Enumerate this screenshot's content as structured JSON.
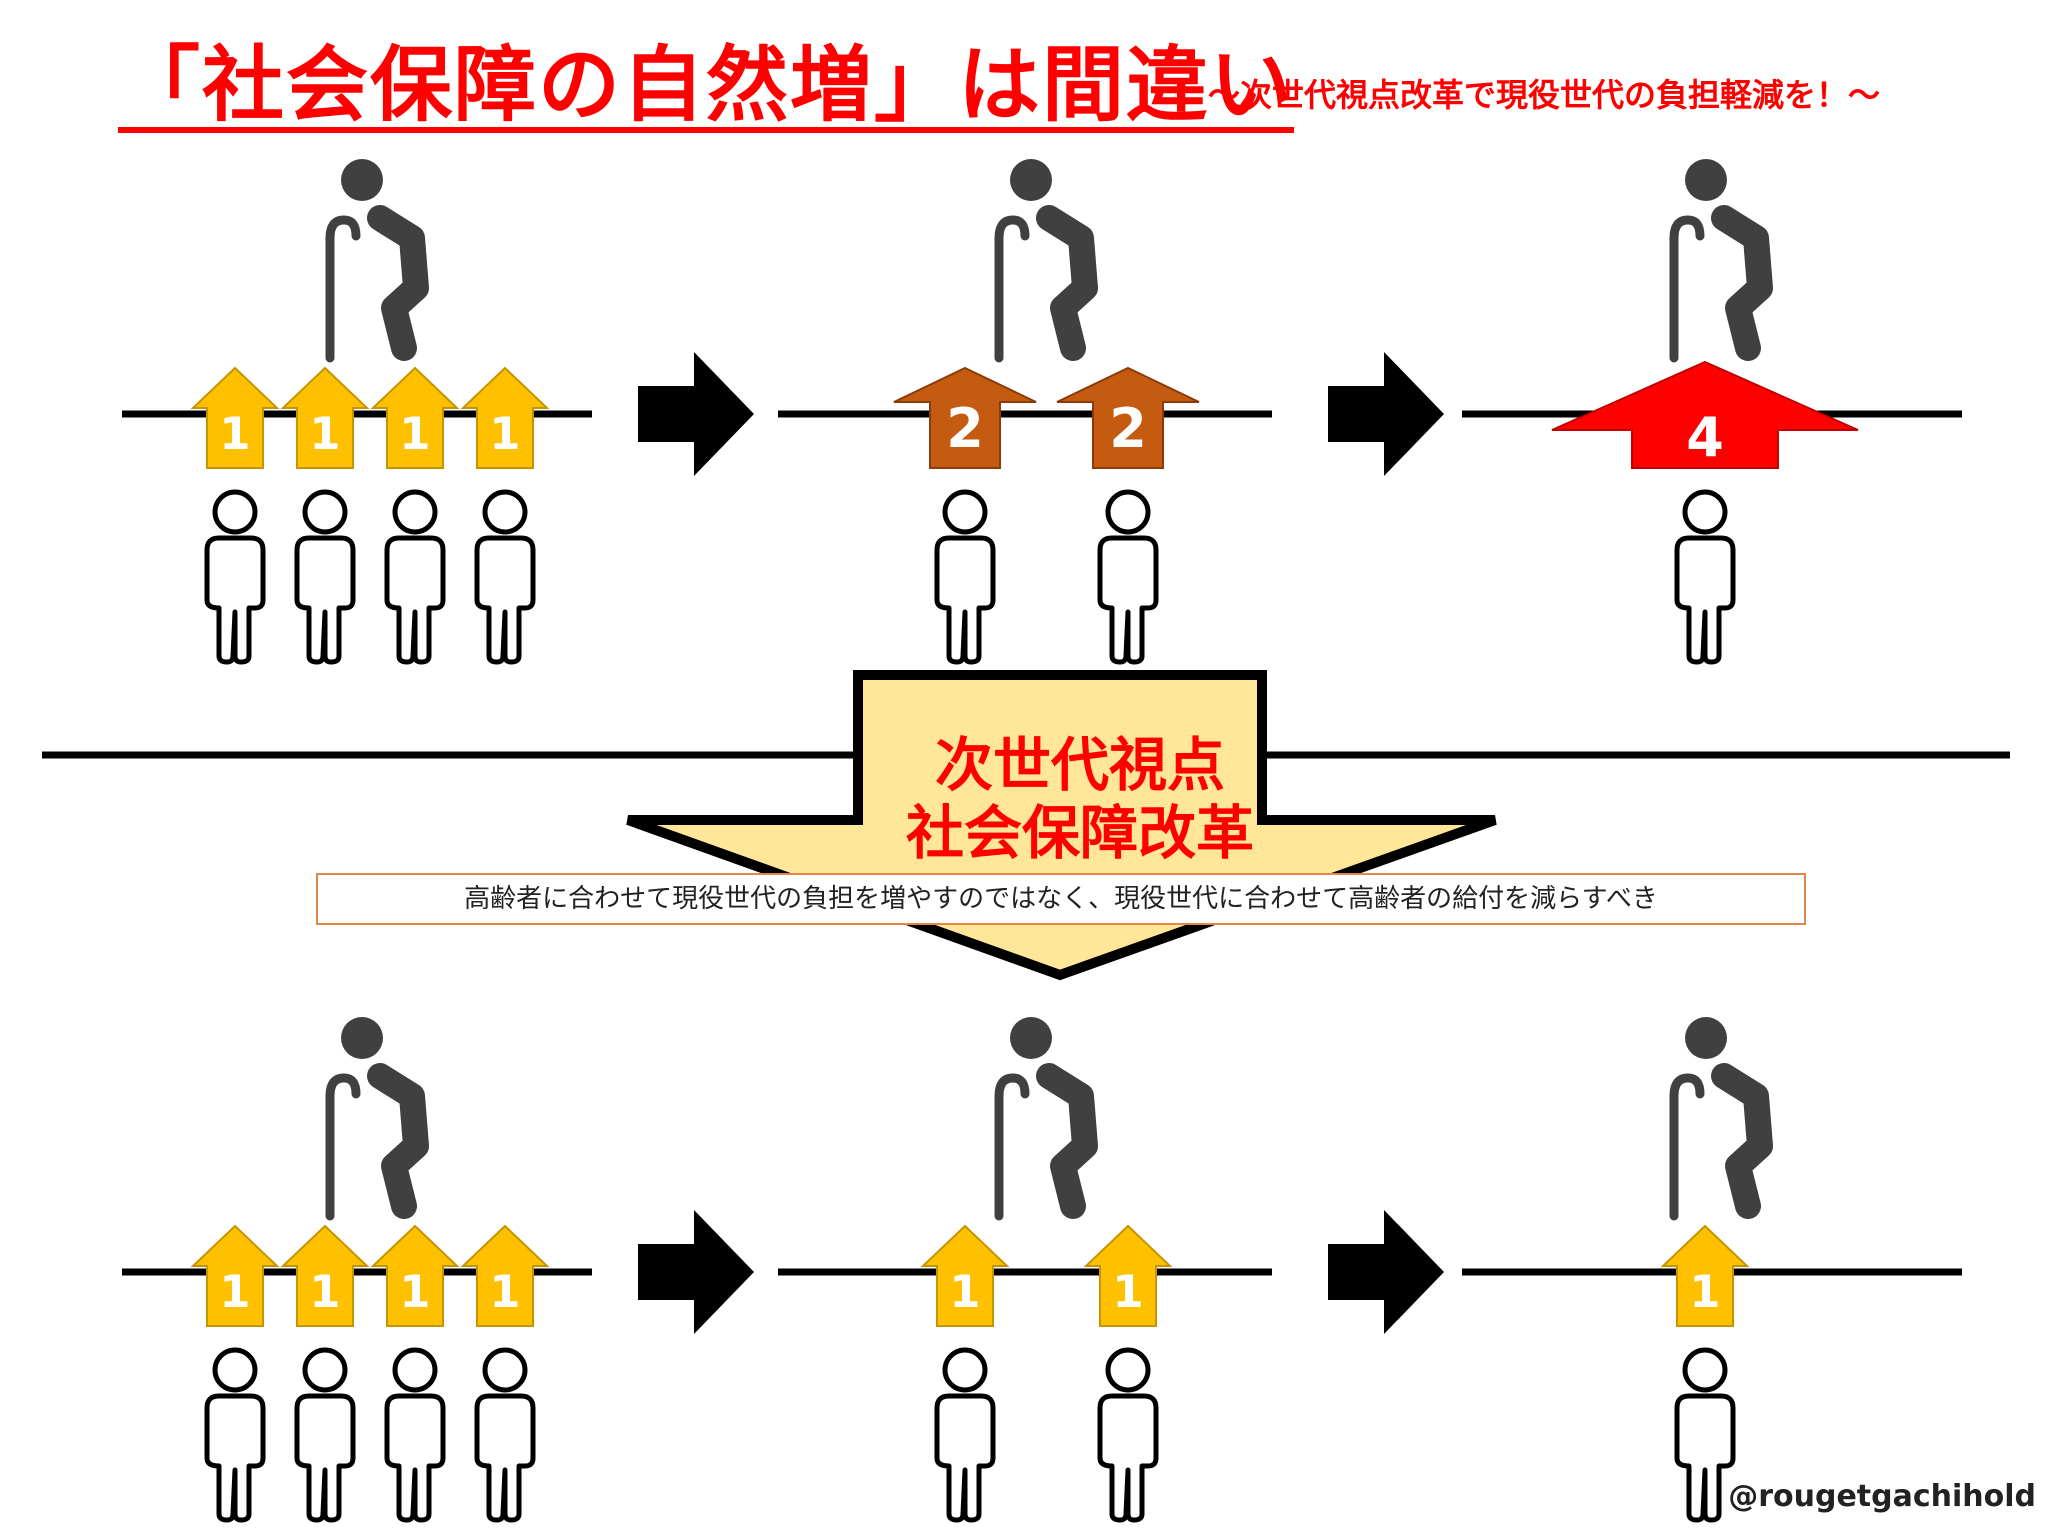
{
  "title": "「社会保障の自然増」は間違い",
  "subtitle": "～次世代視点改革で現役世代の負担軽減を！～",
  "reform_banner": {
    "line1": "次世代視点",
    "line2": "社会保障改革"
  },
  "message": "高齢者に合わせて現役世代の負担を増やすのではなく、現役世代に合わせて高齢者の給付を減らすべき",
  "credit": "@rougetgachihold",
  "colors": {
    "title_red": "#ff0000",
    "arrow_yellow": "#ffc000",
    "arrow_brown": "#c55a11",
    "arrow_red": "#ff0000",
    "banner_fill": "#ffe699",
    "figure_gray": "#404040"
  },
  "icons": [
    "elderly-person-with-cane-icon",
    "worker-person-icon",
    "right-arrow-icon",
    "down-arrow-icon"
  ],
  "rows": [
    {
      "name": "current-trajectory",
      "panels": [
        {
          "workers": 4,
          "arrows": [
            {
              "label": "1",
              "style": "yellow"
            },
            {
              "label": "1",
              "style": "yellow"
            },
            {
              "label": "1",
              "style": "yellow"
            },
            {
              "label": "1",
              "style": "yellow"
            }
          ]
        },
        {
          "workers": 2,
          "arrows": [
            {
              "label": "2",
              "style": "brown"
            },
            {
              "label": "2",
              "style": "brown"
            }
          ]
        },
        {
          "workers": 1,
          "arrows": [
            {
              "label": "4",
              "style": "red"
            }
          ]
        }
      ]
    },
    {
      "name": "reformed-trajectory",
      "panels": [
        {
          "workers": 4,
          "arrows": [
            {
              "label": "1",
              "style": "yellow"
            },
            {
              "label": "1",
              "style": "yellow"
            },
            {
              "label": "1",
              "style": "yellow"
            },
            {
              "label": "1",
              "style": "yellow"
            }
          ]
        },
        {
          "workers": 2,
          "arrows": [
            {
              "label": "1",
              "style": "yellow"
            },
            {
              "label": "1",
              "style": "yellow"
            }
          ]
        },
        {
          "workers": 1,
          "arrows": [
            {
              "label": "1",
              "style": "yellow"
            }
          ]
        }
      ]
    }
  ]
}
